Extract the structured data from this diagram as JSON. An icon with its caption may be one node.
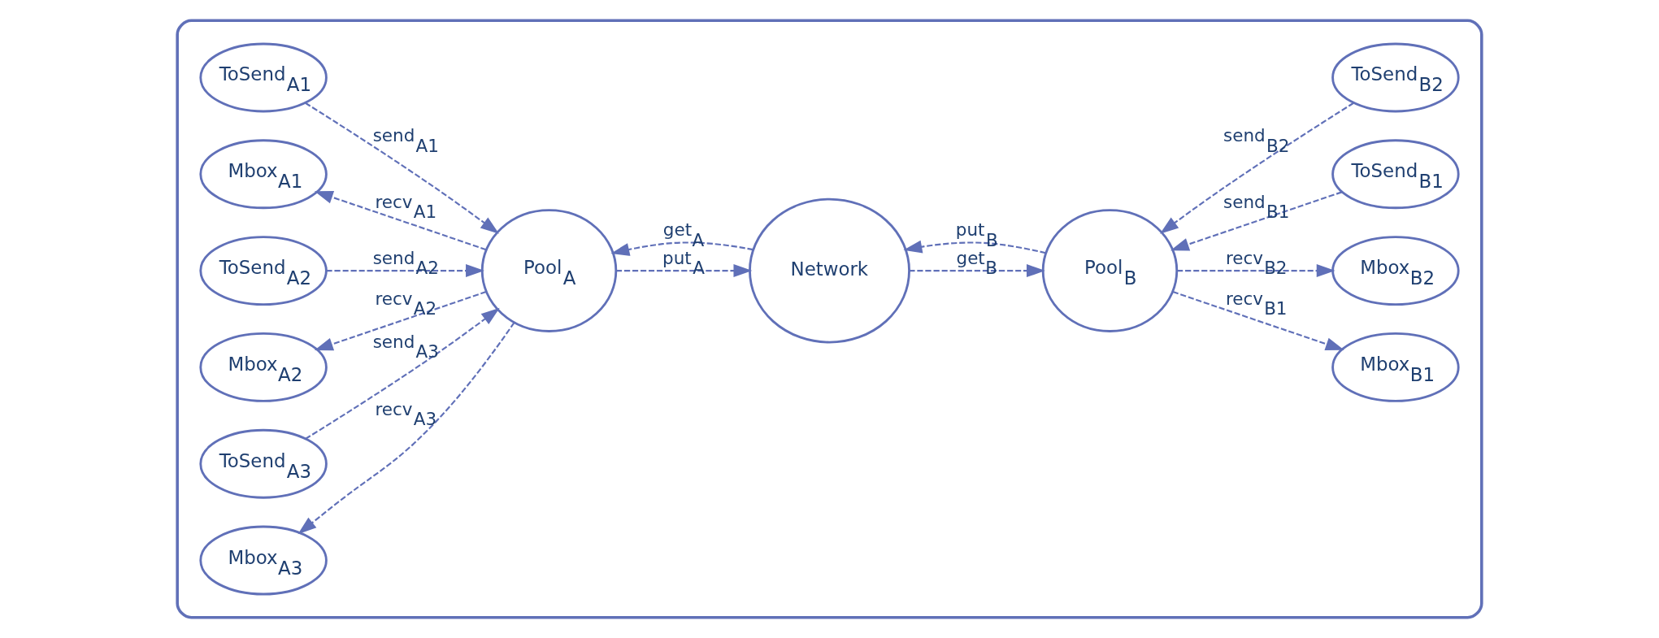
{
  "diagram": {
    "nodes": [
      {
        "text": [],
        "shape": "box"
      },
      {
        "text": [
          "ToSend$_{A1}$"
        ],
        "in": 0
      },
      {
        "text": [
          "Mbox$_{A1}$"
        ],
        "in": 0
      },
      {
        "text": [
          "ToSend$_{A2}$"
        ],
        "in": 0
      },
      {
        "text": [
          "Mbox$_{A2}$"
        ],
        "in": 0
      },
      {
        "text": [
          "ToSend$_{A3}$"
        ],
        "in": 0
      },
      {
        "text": [
          "Mbox$_{A3}$"
        ],
        "in": 0
      },
      {
        "text": [
          "Pool$_{A}$"
        ],
        "in": 0
      },
      {
        "text": [
          "Network"
        ],
        "in": 0
      },
      {
        "text": [
          "Pool$_{B}$"
        ],
        "in": 0
      },
      {
        "text": [
          "ToSend$_{B1}$"
        ],
        "in": 0
      },
      {
        "text": [
          "Mbox$_{B1}$"
        ],
        "in": 0
      },
      {
        "text": [
          "ToSend$_{B2}$"
        ],
        "in": 0
      },
      {
        "text": [
          "Mbox$_{B2}$"
        ],
        "in": 0
      }
    ],
    "edges": [
      {
        "from": 1,
        "to": 7,
        "arrow": "to",
        "label": "send$_{A1}$",
        "style": "dashed"
      },
      {
        "from": 7,
        "to": 2,
        "arrow": "to",
        "label": "recv$_{A1}$",
        "style": "dashed"
      },
      {
        "from": 3,
        "to": 7,
        "arrow": "to",
        "label": "send$_{A2}$",
        "style": "dashed"
      },
      {
        "from": 7,
        "to": 4,
        "arrow": "to",
        "label": "recv$_{A2}$",
        "style": "dashed"
      },
      {
        "from": 5,
        "to": 7,
        "arrow": "to",
        "label": "send$_{A3}$",
        "style": "dashed"
      },
      {
        "from": 7,
        "to": 6,
        "arrow": "to",
        "label": "recv$_{A3}$",
        "style": "dashed"
      },
      {
        "from": 7,
        "to": 8,
        "arrow": "to",
        "label": "put$_{A}$",
        "style": "dashed"
      },
      {
        "from": 8,
        "to": 7,
        "arrow": "to",
        "label": "get$_{A}$",
        "style": "dashed"
      },
      {
        "from": 9,
        "to": 8,
        "arrow": "to",
        "label": "put$_{B}$",
        "style": "dashed"
      },
      {
        "from": 8,
        "to": 9,
        "arrow": "to",
        "label": "get$_{B}$",
        "style": "dashed"
      },
      {
        "from": 10,
        "to": 9,
        "arrow": "to",
        "label": "send$_{B1}$",
        "style": "dashed"
      },
      {
        "from": 9,
        "to": 11,
        "arrow": "to",
        "label": "recv$_{B1}$",
        "style": "dashed"
      },
      {
        "from": 12,
        "to": 9,
        "arrow": "to",
        "label": "send$_{B2}$",
        "style": "dashed"
      },
      {
        "from": 9,
        "to": 13,
        "arrow": "to",
        "label": "recv$_{B2}$",
        "style": "dashed"
      }
    ]
  }
}
